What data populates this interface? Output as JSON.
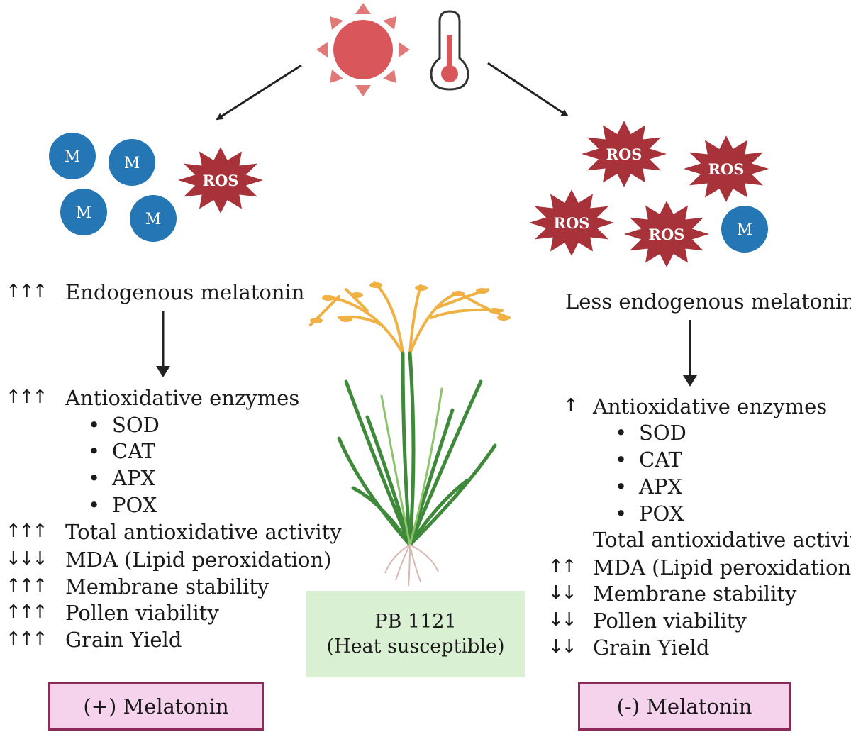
{
  "left": {
    "molecule_label": "M",
    "ros_label": "ROS",
    "head": {
      "arrows": "↑↑↑",
      "label": "Endogenous melatonin"
    },
    "enzymes": {
      "arrows": "↑↑↑",
      "label": "Antioxidative enzymes"
    },
    "enzyme_list": [
      "SOD",
      "CAT",
      "APX",
      "POX"
    ],
    "traits": [
      {
        "arrows": "↑↑↑",
        "label": "Total antioxidative activity"
      },
      {
        "arrows": "↓↓↓",
        "label": "MDA (Lipid peroxidation)"
      },
      {
        "arrows": "↑↑↑",
        "label": "Membrane stability"
      },
      {
        "arrows": "↑↑↑",
        "label": "Pollen viability"
      },
      {
        "arrows": "↑↑↑",
        "label": "Grain Yield"
      }
    ],
    "box_label": "(+) Melatonin"
  },
  "right": {
    "molecule_label": "M",
    "ros_label": "ROS",
    "head": {
      "arrows": "",
      "label": "Less endogenous melatonin"
    },
    "enzymes": {
      "arrows": "↑",
      "label": "Antioxidative enzymes"
    },
    "enzyme_list": [
      "SOD",
      "CAT",
      "APX",
      "POX"
    ],
    "traits": [
      {
        "arrows": "",
        "label": "Total antioxidative activity"
      },
      {
        "arrows": "↑↑",
        "label": "MDA (Lipid peroxidation)"
      },
      {
        "arrows": "↓↓",
        "label": "Membrane stability"
      },
      {
        "arrows": "↓↓",
        "label": "Pollen viability"
      },
      {
        "arrows": "↓↓",
        "label": "Grain Yield"
      }
    ],
    "box_label": "(-) Melatonin"
  },
  "center": {
    "variety_line1": "PB 1121",
    "variety_line2": "(Heat susceptible)"
  },
  "colors": {
    "sun": "#d9575a",
    "sun_rays": "#e07a78",
    "thermometer": "#d9575a",
    "molecule": "#2576b4",
    "ros": "#a8323a",
    "panicle": "#f0b042",
    "leaf": "#3f8a3a",
    "melatonin_box_fill": "#f6d3ec",
    "melatonin_box_border": "#8b2a5a",
    "variety_box_fill": "#daf0d3"
  },
  "icons": [
    "sun-icon",
    "thermometer-icon",
    "rice-plant-icon"
  ]
}
